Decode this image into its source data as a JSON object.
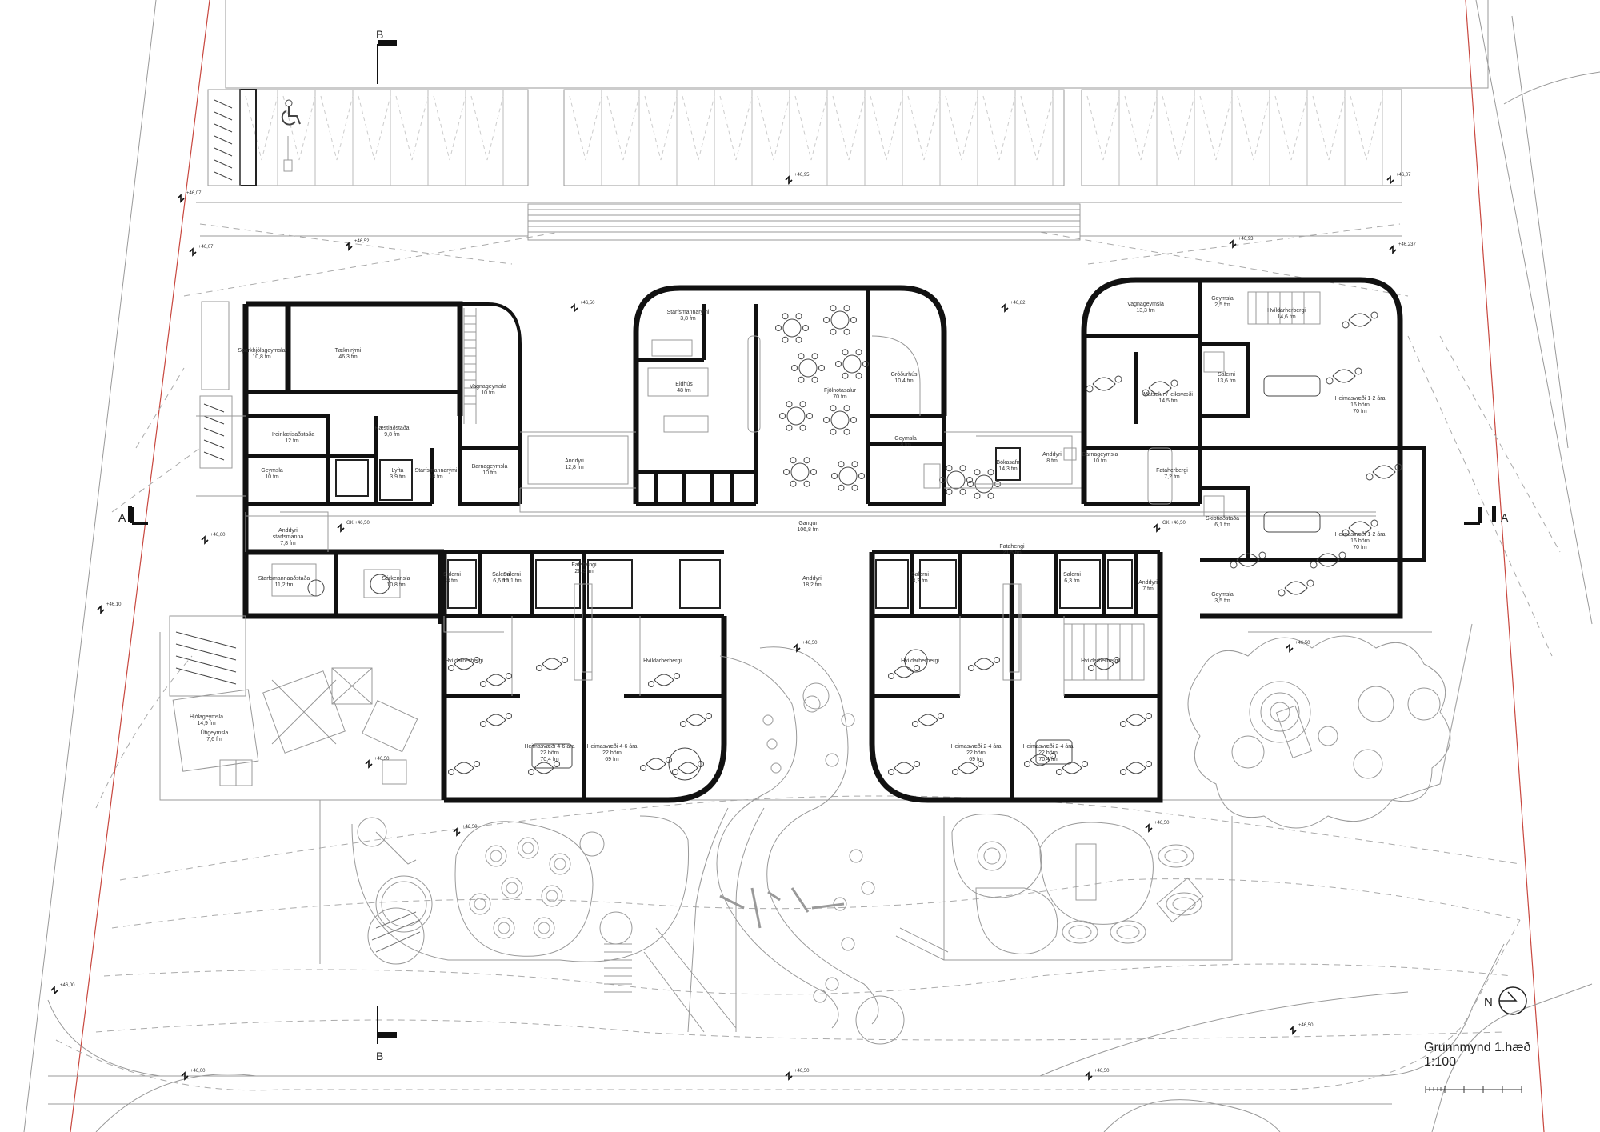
{
  "drawing": {
    "title": "Grunnmynd 1.hæð",
    "scale": "1:100",
    "north_label": "N",
    "section_labels": {
      "a_left": "A",
      "a_right": "A",
      "b_top": "B",
      "b_bottom": "B"
    }
  },
  "rooms": {
    "spotkolsgeymsla": "Sparkhjólageymsla\n10,8 fm",
    "taekjarymi": "Tæknirými\n46,3 fm",
    "vagnageymsla_w": "Vagnageymsla\n10 fm",
    "ræstiaðstaða": "Ræstiaðstaða\n9,8 fm",
    "hreinlaetisadstada": "Hreinlætisaðstaða\n12 fm",
    "geymsla_w": "Geymsla\n10 fm",
    "lyfta": "Lyfta\n3,9 fm",
    "starfsmannarymi": "Starfsmannarými\n18 fm",
    "barnageymsla": "Barnageymsla\n10 fm",
    "andyri_w": "Anddyri\nstarfsmanna\n7,8 fm",
    "starfsmannaadstada": "Starfsmannaaðstaða\n11,2 fm",
    "sérkennsla": "Sérkennsla\n10,8 fm",
    "salerni_1": "Salerni\n3 fm",
    "salerni_2": "Salerni\n6,6 fm",
    "eldhus": "Eldhús\n48 fm",
    "starfsmannarými_k": "Starfsmannarými\n3,8 fm",
    "fjolnotasalur": "Fjölnotasalur\n70 fm",
    "grodurhus": "Gróðurhús\n10,4 fm",
    "geymsla_c": "Geymsla\n8 fm",
    "andyri_c": "Anddyri\n12,8 fm",
    "bokasafn": "Bókasafn\n14,3 fm",
    "andyri_e": "Anddyri\n8 fm",
    "barnageymsla_e": "Barnageymsla\n10 fm",
    "vagnageymsla_e": "Vagnageymsla\n13,3 fm",
    "geymsla_e": "Geymsla\n2,5 fm",
    "hvild_e": "Hvíldarherbergi\n14,6 fm",
    "matsalur_e": "Matsalur / leiksvæði\n14,5 fm",
    "salerni_e": "Salerni\n13,6 fm",
    "heimasvaedi_12a": "Heimasvæði 1-2 ára\n16 börn\n70 fm",
    "heimasvaedi_12b": "Heimasvæði 1-2 ára\n16 börn\n70 fm",
    "skiptiadstada": "Skiptiaðstaða\n6,1 fm",
    "tailheyi": "Fataherbergi\n7,2 fm",
    "gangur": "Gangur\n106,8 fm",
    "fatahengi_w": "Fatahengi\n26,2 fm",
    "fatahengi_e": "Fatahengi\n21,5 fm",
    "salerni_w": "Salerni\n10,1 fm",
    "salerni_c": "Salerni\n8,2 fm",
    "salerni_e2": "Salerni\n6,3 fm",
    "andyri_s1": "Anddyri\n18,2 fm",
    "andyri_s2": "Anddyri\n7 fm",
    "hvild_1": "Hvíldarherbergi",
    "hvild_2": "Hvíldarherbergi",
    "hvild_3": "Hvíldarherbergi",
    "hvild_4": "Hvíldarherbergi",
    "heimasvaedi_24a": "Heimasvæði 4-6 ára\n22 börn\n70,4 fm",
    "heimasvaedi_24b": "Heimasvæði 4-6 ára\n22 börn\n69 fm",
    "heimasvaedi_24c": "Heimasvæði 2-4 ára\n22 börn\n69 fm",
    "heimasvaedi_24d": "Heimasvæði 2-4 ára\n22 börn\n70,4 fm",
    "hjolageymsla": "Hjólageymsla\n14,9 fm",
    "utigeymsla": "Útigeymsla\n7,6 fm",
    "geymsla_s": "Geymsla\n3,5 fm"
  },
  "levels": {
    "l1": "+46,07",
    "l2": "+46,95",
    "l3": "+46,07",
    "l4": "+46,07",
    "l5": "+46,52",
    "l6": "+46,93",
    "l7": "+46,237",
    "l8": "+46,50",
    "l9": "+46,82",
    "l10": "GK +46,50",
    "l11": "GK +46,50",
    "l12": "+46,60",
    "l13": "+46,10",
    "l14": "+46,50",
    "l15": "+46,50",
    "l16": "+46,50",
    "l17": "+46,50",
    "l18": "+46,50",
    "l19": "+46,50",
    "l20": "+46,50",
    "l21": "+46,00",
    "l22": "+46,00",
    "l23": "+46,50"
  },
  "colors": {
    "wall": "#111111",
    "line": "#999999",
    "property_line": "#c8473f",
    "background": "#ffffff"
  }
}
